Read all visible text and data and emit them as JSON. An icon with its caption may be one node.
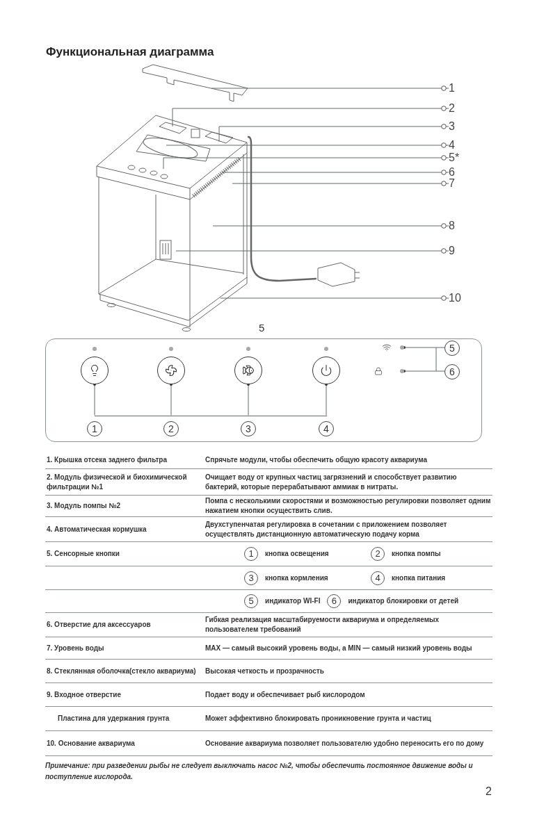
{
  "diagram": {
    "title": "Функциональная диаграмма",
    "nodes": [
      {
        "text": [
          "1"
        ]
      },
      {
        "text": [
          "2"
        ]
      },
      {
        "text": [
          "3"
        ]
      },
      {
        "text": [
          "4"
        ]
      },
      {
        "text": [
          "5*"
        ]
      },
      {
        "text": [
          "6"
        ]
      },
      {
        "text": [
          "7"
        ]
      },
      {
        "text": [
          "8"
        ]
      },
      {
        "text": [
          "9"
        ]
      },
      {
        "text": [
          "10"
        ]
      },
      {
        "text": [
          "5"
        ]
      },
      {
        "text": [],
        "shape": "circle",
        "in": 10
      },
      {
        "text": [],
        "shape": "circle",
        "in": 10
      },
      {
        "text": [],
        "shape": "circle",
        "in": 10
      },
      {
        "text": [],
        "shape": "circle",
        "in": 10
      },
      {
        "text": [
          "1"
        ],
        "in": 10
      },
      {
        "text": [
          "2"
        ],
        "in": 10
      },
      {
        "text": [
          "3"
        ],
        "in": 10
      },
      {
        "text": [
          "4"
        ],
        "in": 10
      },
      {
        "text": [],
        "shape": "circle",
        "in": 10
      },
      {
        "text": [],
        "shape": "circle",
        "in": 10
      },
      {
        "text": [
          "5"
        ],
        "in": 10
      },
      {
        "text": [
          "6"
        ],
        "in": 10
      },
      {
        "text": [],
        "shape": "bar",
        "in": 10
      }
    ],
    "edges": [
      {
        "from": 0,
        "to": null,
        "arrow": "other"
      },
      {
        "from": 1,
        "to": null,
        "arrow": "other"
      },
      {
        "from": 2,
        "to": null,
        "arrow": "other"
      },
      {
        "from": 3,
        "to": null,
        "arrow": "other"
      },
      {
        "from": 4,
        "to": null,
        "arrow": "other"
      },
      {
        "from": 5,
        "to": null,
        "arrow": "other"
      },
      {
        "from": 6,
        "to": null,
        "arrow": "other"
      },
      {
        "from": 7,
        "to": null,
        "arrow": "other"
      },
      {
        "from": 8,
        "to": null,
        "arrow": "other"
      },
      {
        "from": 9,
        "to": null,
        "arrow": "other"
      },
      {
        "from": 11,
        "to": 23,
        "arrow": "other"
      },
      {
        "from": 12,
        "to": 23,
        "arrow": "other"
      },
      {
        "from": 13,
        "to": 23,
        "arrow": "other"
      },
      {
        "from": 14,
        "to": 23,
        "arrow": "other"
      },
      {
        "from": 19,
        "to": 21,
        "arrow": "other"
      },
      {
        "from": 20,
        "to": 22,
        "arrow": "other"
      }
    ],
    "labels": [
      "1. Крышка отсека заднего фильтра",
      "Спрячьте модули, чтобы обеспечить общую красоту аквариума",
      "2. Модуль физической и биохимической фильтрации №1",
      "Очищает воду от крупных частиц загрязнений и способствует развитию бактерий, которые перерабатывают аммиак в нитраты.",
      "3. Модуль помпы №2",
      "Помпа с несколькими скоростями и возможностью регулировки позволяет одним нажатием кнопки осуществить слив.",
      "4. Автоматическая кормушка",
      "Двухступенчатая регулировка в сочетании с приложением позволяет осуществлять дистанционную автоматическую подачу корма",
      "5. Сенсорные кнопки",
      "1",
      "кнопка освещения",
      "2",
      "кнопка помпы",
      "3",
      "кнопка кормления",
      "4",
      "кнопка питания",
      "5",
      "индикатор WI-FI",
      "6",
      "индикатор блокировки от детей",
      "6. Отверстие для аксессуаров",
      "Гибкая реализация масштабируемости аквариума и определяемых пользователем требований",
      "7. Уровень воды",
      "MAX — самый высокий уровень воды, а MIN — самый низкий уровень воды",
      "8. Стеклянная оболочка(стекло аквариума)",
      "Высокая четкость и прозрачность",
      "9. Входное отверстие",
      "Подает воду и обеспечивает рыб кислородом",
      "Пластина для удержания грунта",
      "Может эффективно блокировать проникновение грунта и частиц",
      "10. Основание аквариума",
      "Основание аквариума позволяет пользователю удобно переносить его по дому",
      "Примечание: при разведении рыбы не следует выключать насос №2, чтобы обеспечить постоянное движение воды и поступление кислорода.",
      "2"
    ]
  }
}
